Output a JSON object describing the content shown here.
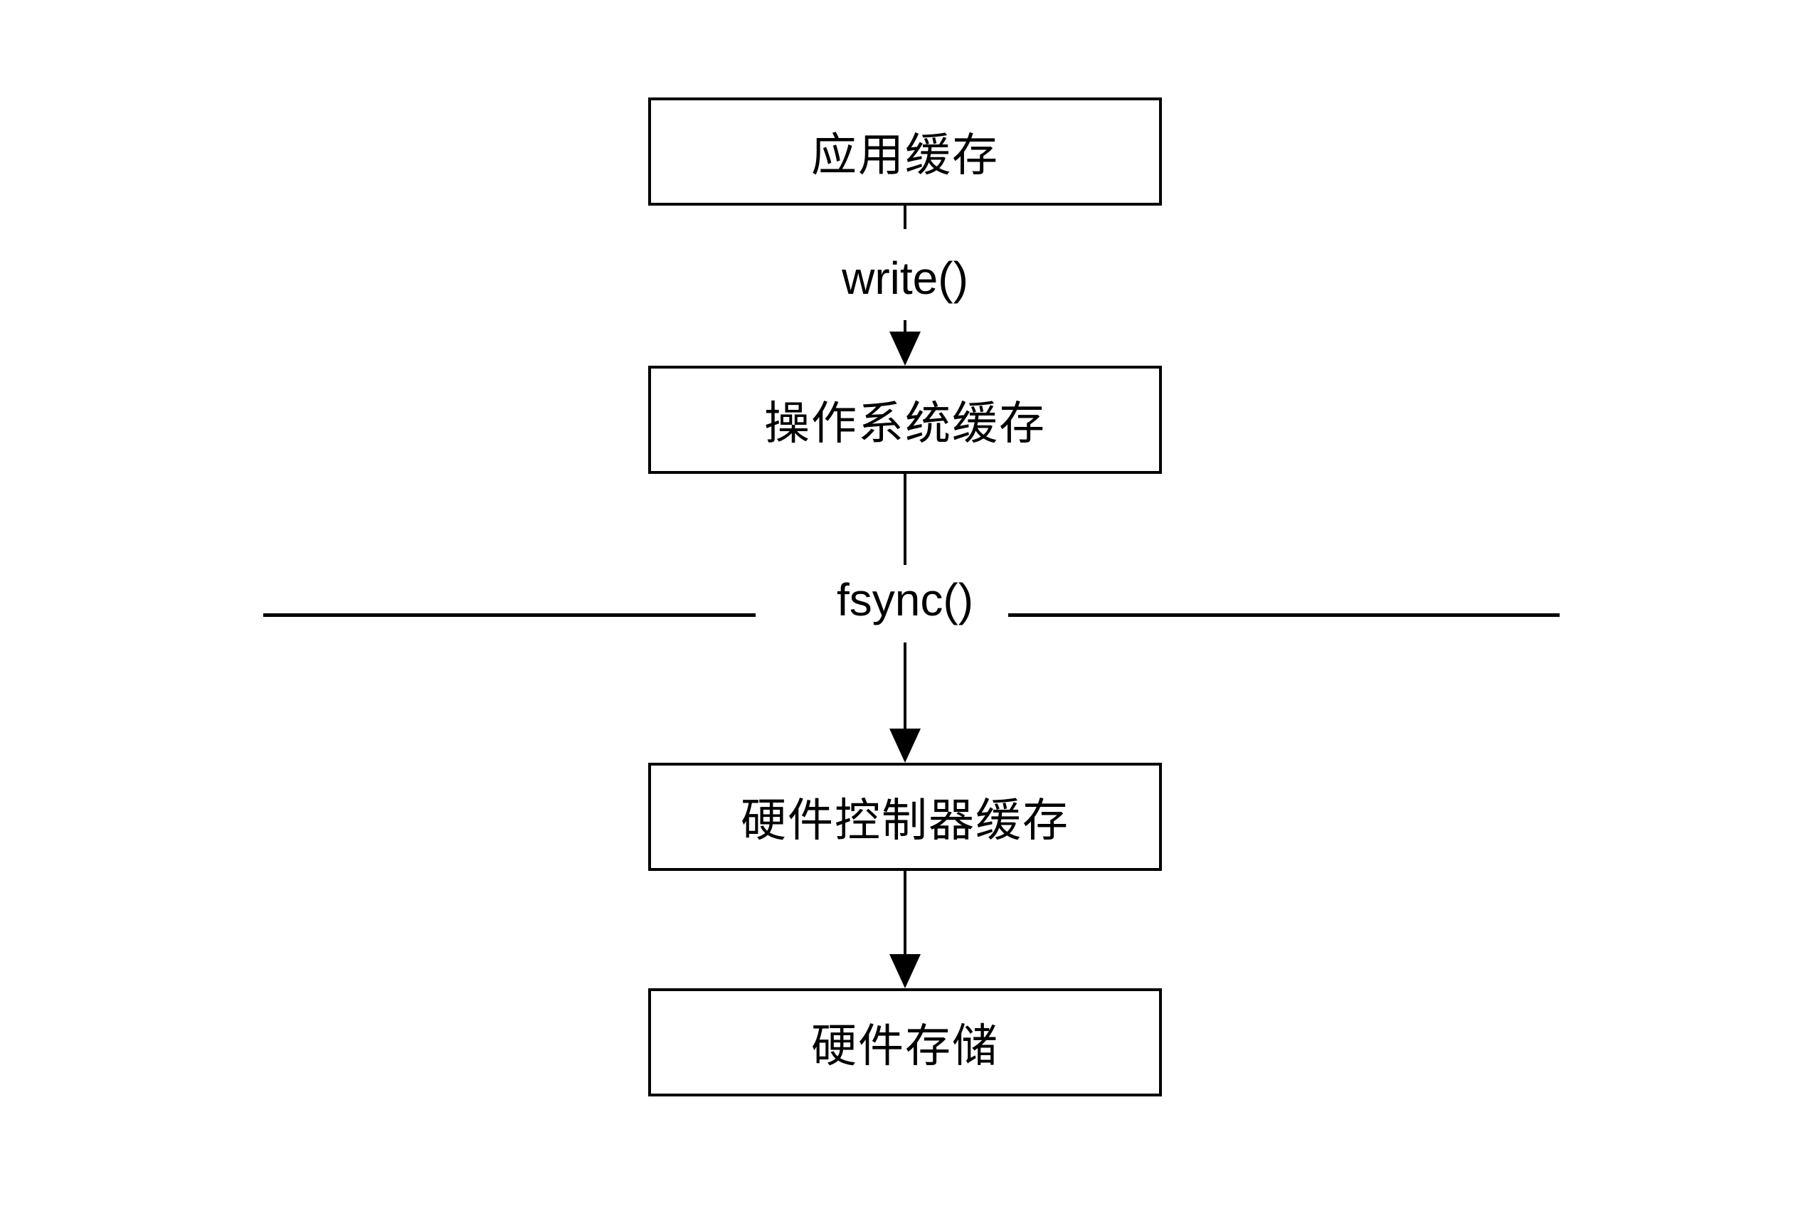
{
  "diagram": {
    "type": "flowchart",
    "direction": "top-to-bottom",
    "boxes": [
      {
        "id": "application-cache",
        "label": "应用缓存"
      },
      {
        "id": "os-cache",
        "label": "操作系统缓存"
      },
      {
        "id": "hardware-controller-cache",
        "label": "硬件控制器缓存"
      },
      {
        "id": "hardware-storage",
        "label": "硬件存储"
      }
    ],
    "edges": [
      {
        "from": "application-cache",
        "to": "os-cache",
        "label": "write()"
      },
      {
        "from": "os-cache",
        "to": "hardware-controller-cache",
        "label": "fsync()"
      },
      {
        "from": "hardware-controller-cache",
        "to": "hardware-storage",
        "label": ""
      }
    ],
    "annotations": {
      "fsync_divider": "long horizontal rule across page at the fsync() boundary"
    },
    "colors": {
      "stroke": "#000000",
      "background": "#ffffff"
    }
  }
}
